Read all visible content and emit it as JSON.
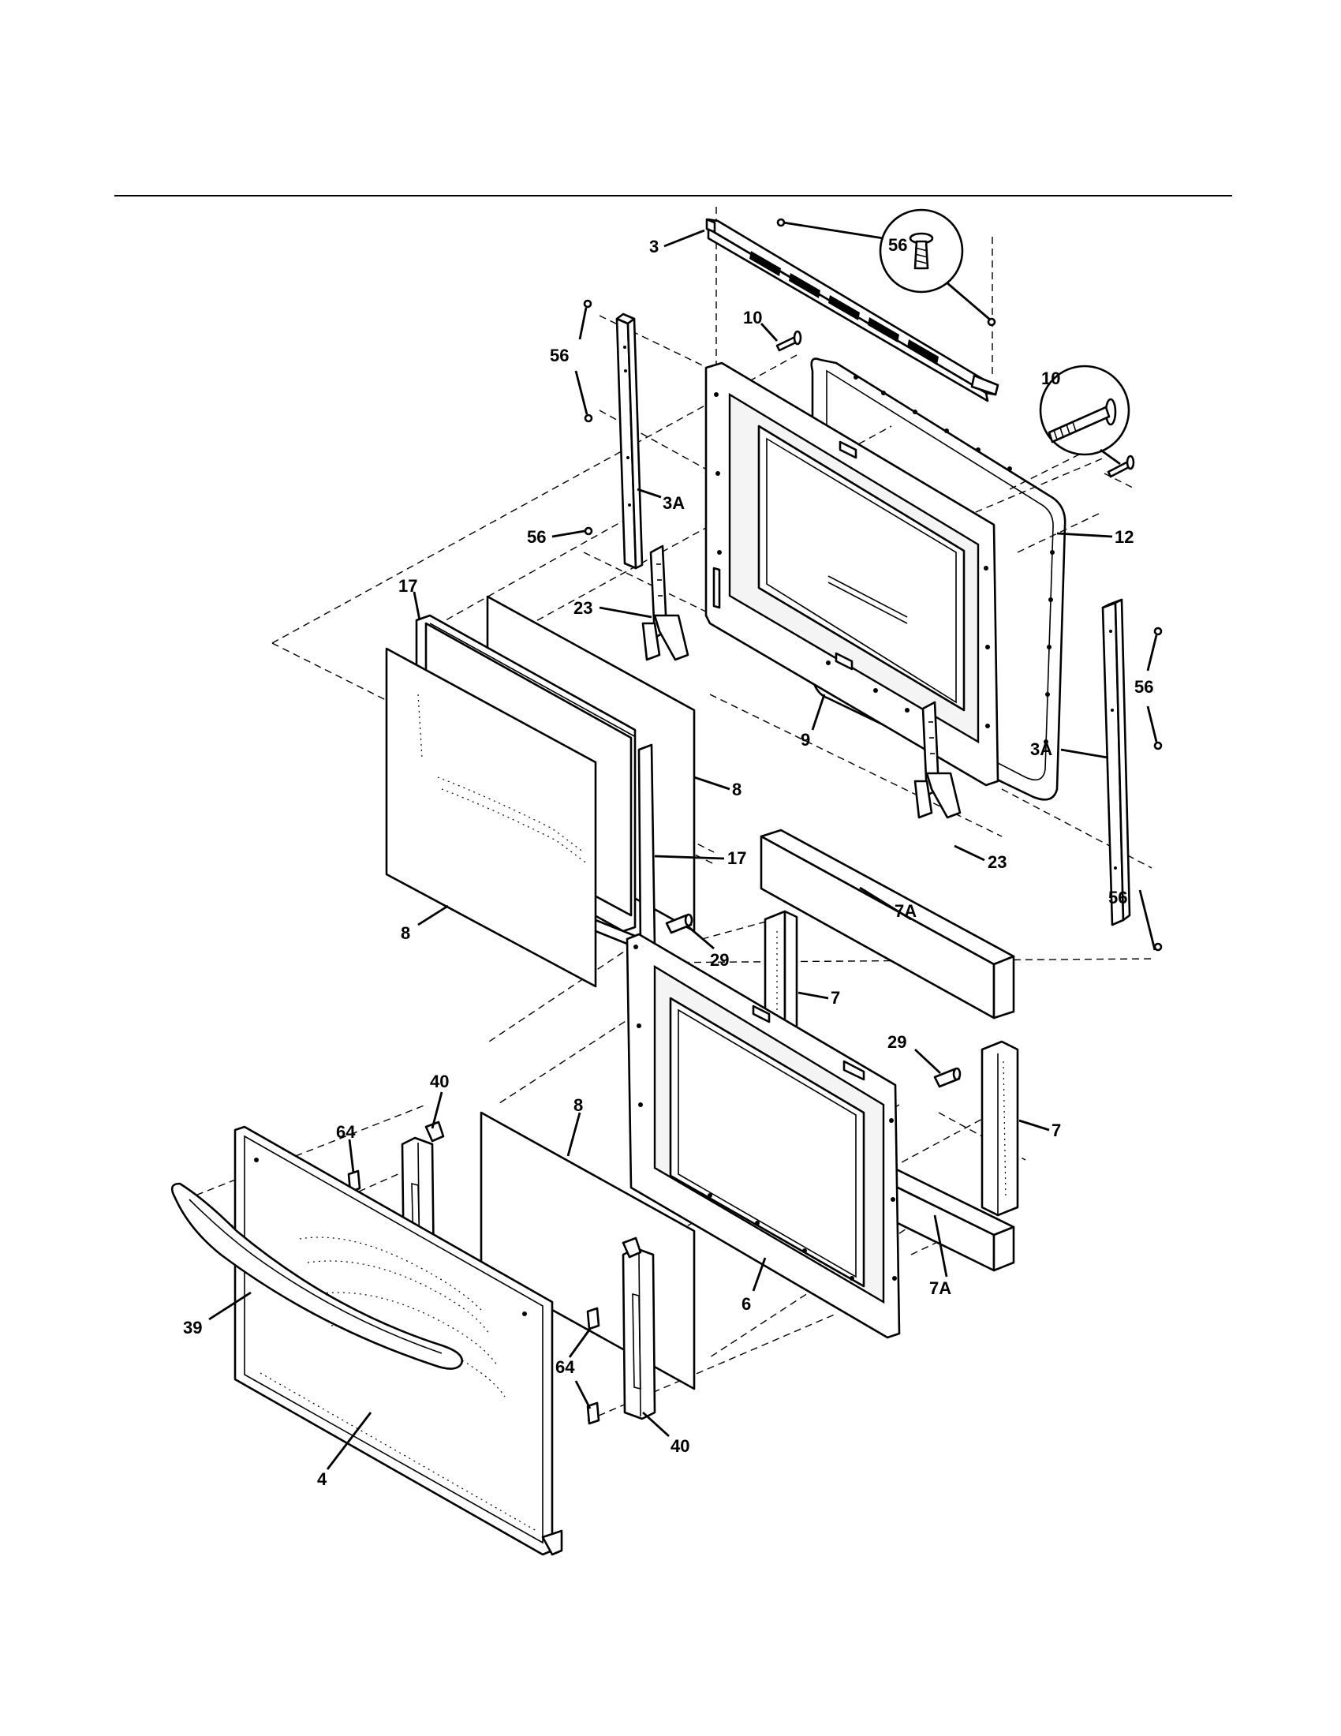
{
  "diagram": {
    "callouts": [
      {
        "id": "c3",
        "text": "3"
      },
      {
        "id": "c56a",
        "text": "56"
      },
      {
        "id": "c10a",
        "text": "10"
      },
      {
        "id": "c56b",
        "text": "56"
      },
      {
        "id": "c10b",
        "text": "10"
      },
      {
        "id": "c3Aa",
        "text": "3A"
      },
      {
        "id": "c56c",
        "text": "56"
      },
      {
        "id": "c12",
        "text": "12"
      },
      {
        "id": "c17a",
        "text": "17"
      },
      {
        "id": "c23a",
        "text": "23"
      },
      {
        "id": "c56d",
        "text": "56"
      },
      {
        "id": "c3Ab",
        "text": "3A"
      },
      {
        "id": "c8a",
        "text": "8"
      },
      {
        "id": "c9",
        "text": "9"
      },
      {
        "id": "c17b",
        "text": "17"
      },
      {
        "id": "c23b",
        "text": "23"
      },
      {
        "id": "c8b",
        "text": "8"
      },
      {
        "id": "c56e",
        "text": "56"
      },
      {
        "id": "c7Aa",
        "text": "7A"
      },
      {
        "id": "c29a",
        "text": "29"
      },
      {
        "id": "c7a",
        "text": "7"
      },
      {
        "id": "c29b",
        "text": "29"
      },
      {
        "id": "c40a",
        "text": "40"
      },
      {
        "id": "c8c",
        "text": "8"
      },
      {
        "id": "c64a",
        "text": "64"
      },
      {
        "id": "c7b",
        "text": "7"
      },
      {
        "id": "c7Ab",
        "text": "7A"
      },
      {
        "id": "c39",
        "text": "39"
      },
      {
        "id": "c6",
        "text": "6"
      },
      {
        "id": "c64b",
        "text": "64"
      },
      {
        "id": "c40b",
        "text": "40"
      },
      {
        "id": "c4",
        "text": "4"
      }
    ]
  }
}
